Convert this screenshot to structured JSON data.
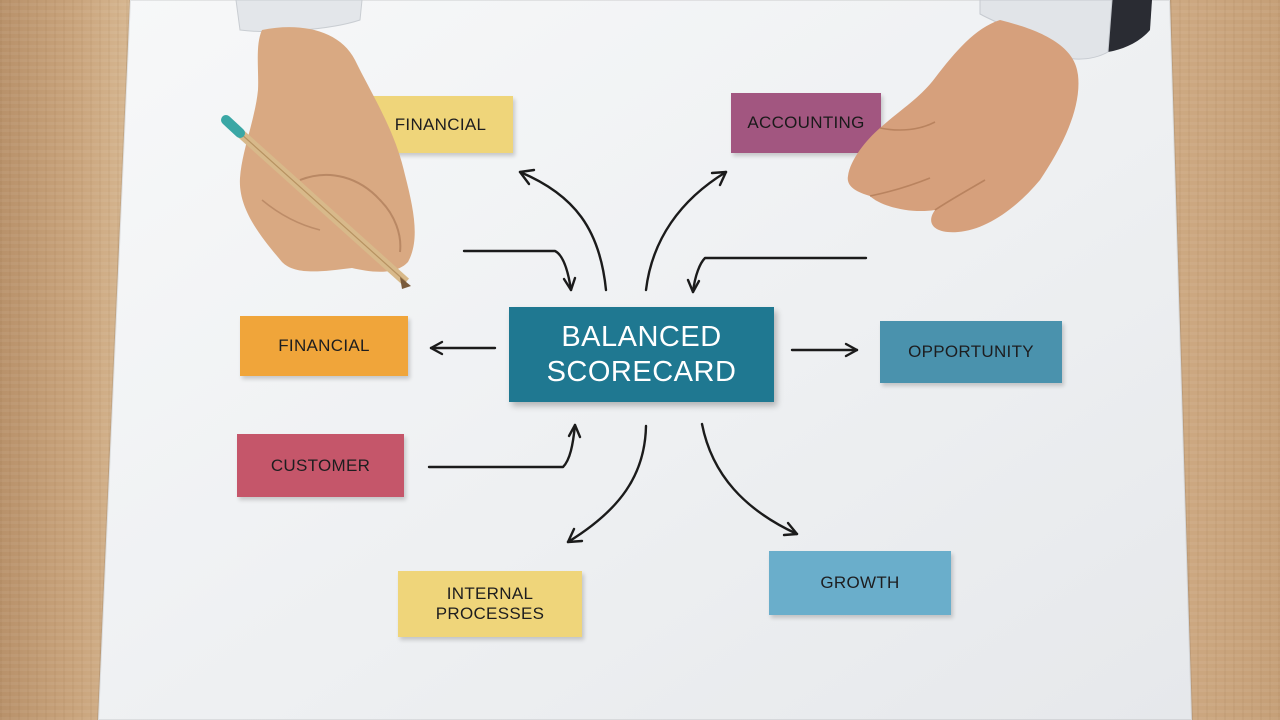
{
  "center": {
    "line1": "BALANCED",
    "line2": "SCORECARD"
  },
  "notes": {
    "top_left": "FINANCIAL",
    "top_right": "ACCOUNTING",
    "left_middle": "FINANCIAL",
    "right_middle": "OPPORTUNITY",
    "left_lower": "CUSTOMER",
    "bottom_left": "INTERNAL\nPROCESSES",
    "bottom_right": "GROWTH"
  },
  "colors": {
    "center": "#1f7891",
    "yellow": "#efd57a",
    "magenta": "#a25680",
    "orange": "#f0a53a",
    "rose": "#c5566a",
    "blue": "#4a92ad",
    "light_blue": "#6aaecb",
    "wood": "#cfab84",
    "paper": "#f3f4f5"
  },
  "objects": [
    "left-hand-with-pencil",
    "right-hand",
    "wooden-desk",
    "white-paper-sheet"
  ]
}
